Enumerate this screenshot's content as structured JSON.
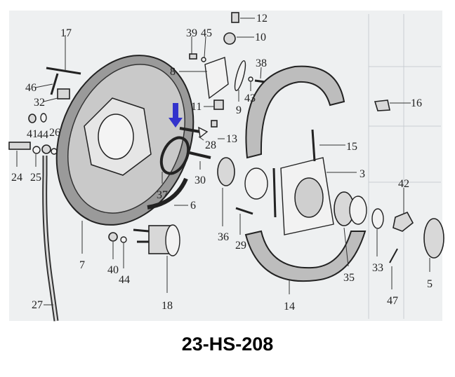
{
  "diagram": {
    "part_labels": [
      "17",
      "39",
      "45",
      "12",
      "10",
      "38",
      "8",
      "46",
      "43",
      "32",
      "11",
      "9",
      "16",
      "41",
      "44",
      "26",
      "13",
      "28",
      "15",
      "24",
      "25",
      "3",
      "30",
      "42",
      "37",
      "6",
      "36",
      "29",
      "7",
      "40",
      "44",
      "35",
      "33",
      "5",
      "18",
      "47",
      "14",
      "27"
    ],
    "arrow_color": "#3333cc"
  },
  "caption": "23-HS-208"
}
